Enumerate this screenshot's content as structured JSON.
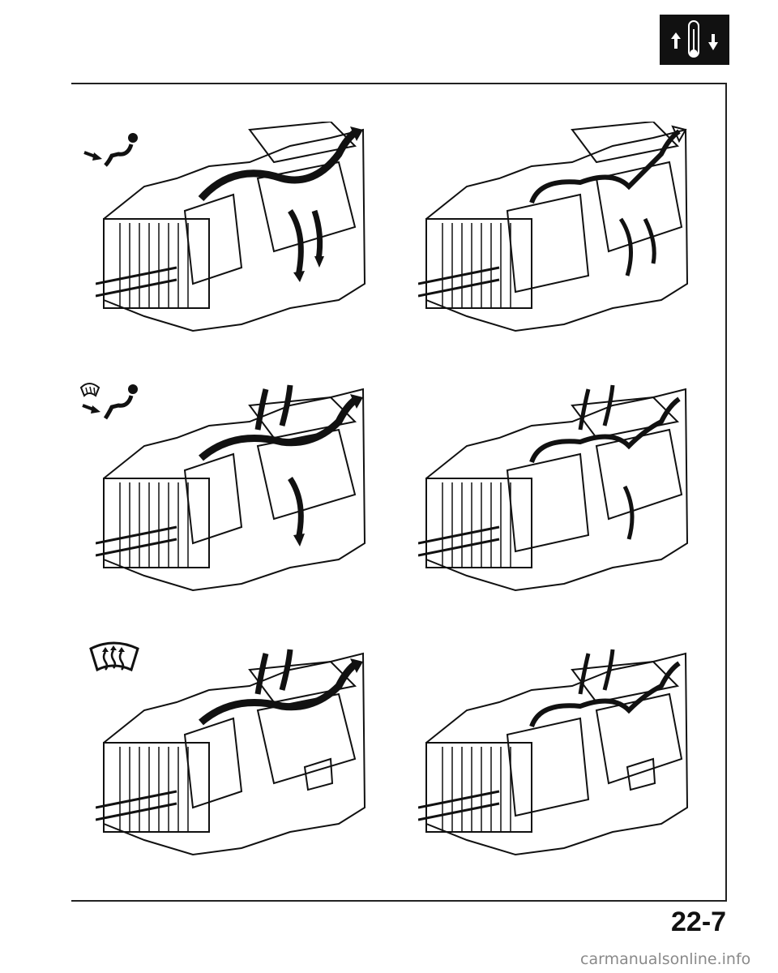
{
  "page": {
    "number": "22-7",
    "footer": "carmanualsonline.info"
  },
  "modes": [
    {
      "icon": "vent-mode-icon"
    },
    {
      "icon": "bi-level-defrost-mode-icon"
    },
    {
      "icon": "defrost-mode-icon"
    }
  ],
  "columns": [
    "cold-air-flow",
    "hot-air-flow"
  ],
  "colors": {
    "ink": "#111111",
    "footer": "#8a8a8a"
  }
}
